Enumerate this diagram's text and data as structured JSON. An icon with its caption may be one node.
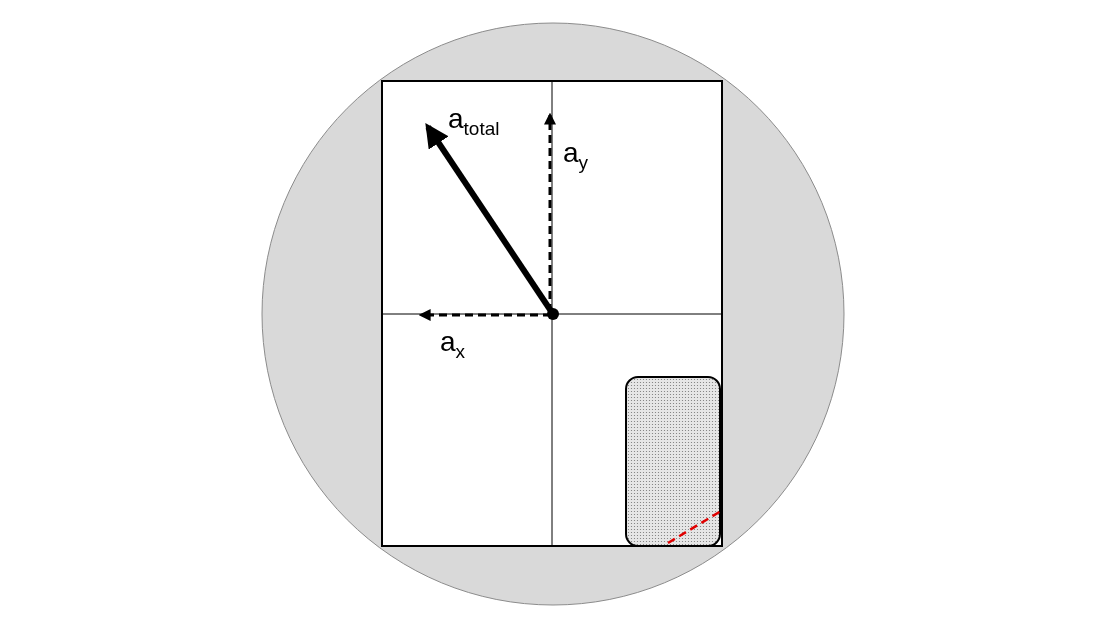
{
  "diagram": {
    "labels": [
      "a$_{total}$",
      "a$_{y}$",
      "a$_{x}$"
    ]
  }
}
